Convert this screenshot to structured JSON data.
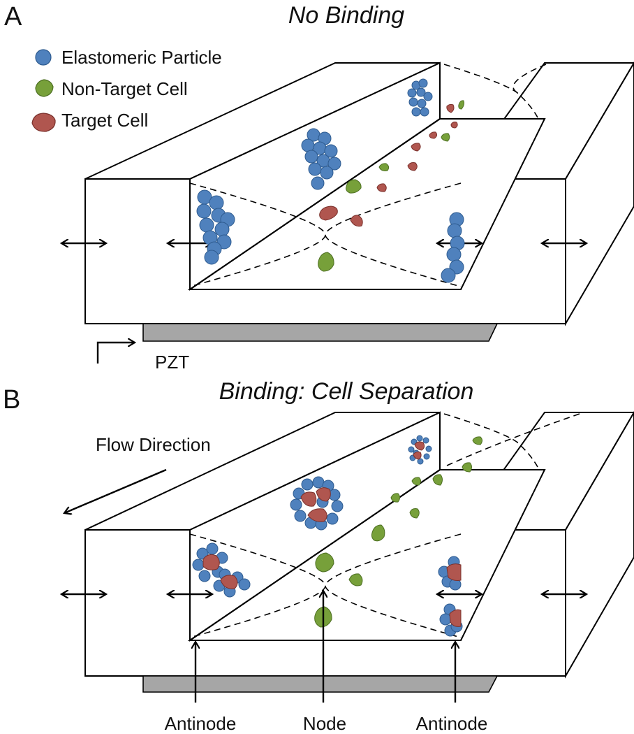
{
  "panel_a": {
    "letter": "A",
    "title": "No Binding",
    "legend": [
      {
        "label": "Elastomeric Particle",
        "icon": "blue-particle-icon",
        "color": "#4f81bd"
      },
      {
        "label": "Non-Target Cell",
        "icon": "green-cell-icon",
        "color": "#77a03a"
      },
      {
        "label": "Target Cell",
        "icon": "red-cell-icon",
        "color": "#b0564f"
      }
    ],
    "transducer_label": "PZT"
  },
  "panel_b": {
    "letter": "B",
    "title": "Binding: Cell Separation",
    "flow_label": "Flow Direction",
    "node_labels": [
      "Antinode",
      "Node",
      "Antinode"
    ]
  },
  "colors": {
    "particle_fill": "#4f81bd",
    "particle_stroke": "#2e5b8f",
    "nontarget_fill": "#77a03a",
    "nontarget_stroke": "#4e7023",
    "target_fill": "#b0564f",
    "target_stroke": "#7a302b",
    "transducer_fill": "#a6a6a6"
  }
}
